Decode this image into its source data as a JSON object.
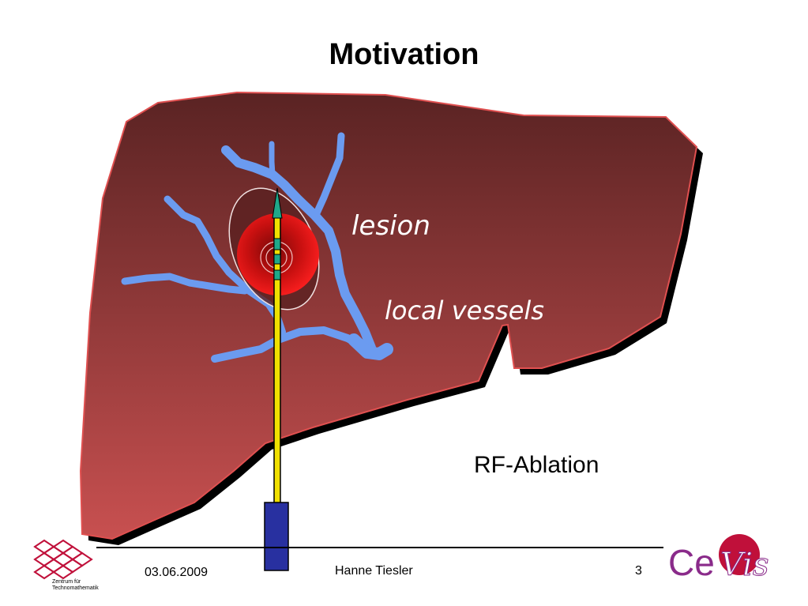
{
  "slide": {
    "title": "Motivation",
    "labels": {
      "lesion": "lesion",
      "local_vessels": "local vessels",
      "rf_ablation": "RF-Ablation"
    },
    "footer": {
      "date": "03.06.2009",
      "author": "Hanne Tiesler",
      "page": "3"
    },
    "logos": {
      "left_text_line1": "Zentrum für",
      "left_text_line2": "Technomathematik",
      "right_text_ce": "Ce",
      "right_text_vis": "Vis"
    }
  },
  "colors": {
    "liver_top": "#5a2323",
    "liver_bottom": "#c85050",
    "liver_outline": "#e05050",
    "vessel": "#6b9bf0",
    "lesion_red": "#d01010",
    "needle_yellow": "#f0e000",
    "needle_tip": "#1fa88a",
    "handle_blue": "#2830a0",
    "logo_red": "#c0103a",
    "logo_purple": "#8a2b8a"
  }
}
